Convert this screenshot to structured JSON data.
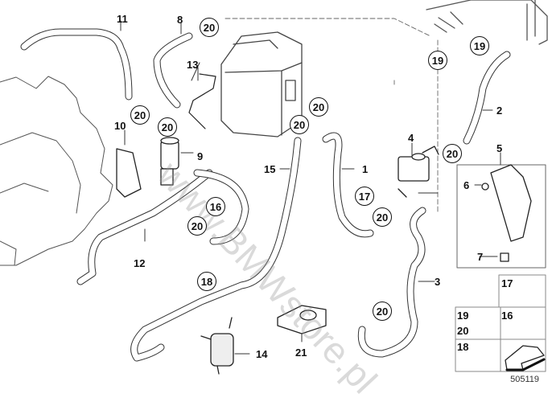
{
  "diagram": {
    "watermark": "www.BMWstore.pl",
    "reference_number": "505119",
    "part_labels": [
      {
        "id": "p11",
        "text": "11"
      },
      {
        "id": "p8",
        "text": "8"
      },
      {
        "id": "p13",
        "text": "13"
      },
      {
        "id": "p10",
        "text": "10"
      },
      {
        "id": "p9",
        "text": "9"
      },
      {
        "id": "p15",
        "text": "15"
      },
      {
        "id": "p1",
        "text": "1"
      },
      {
        "id": "p4",
        "text": "4"
      },
      {
        "id": "p2",
        "text": "2"
      },
      {
        "id": "p5",
        "text": "5"
      },
      {
        "id": "p6",
        "text": "6"
      },
      {
        "id": "p7",
        "text": "7"
      },
      {
        "id": "p12",
        "text": "12"
      },
      {
        "id": "p3",
        "text": "3"
      },
      {
        "id": "p14",
        "text": "14"
      },
      {
        "id": "p21",
        "text": "21"
      }
    ],
    "circled_labels": [
      {
        "id": "c20a",
        "text": "20"
      },
      {
        "id": "c20b",
        "text": "20"
      },
      {
        "id": "c20c",
        "text": "20"
      },
      {
        "id": "c20d",
        "text": "20"
      },
      {
        "id": "c20e",
        "text": "20"
      },
      {
        "id": "c20f",
        "text": "20"
      },
      {
        "id": "c20g",
        "text": "20"
      },
      {
        "id": "c20h",
        "text": "20"
      },
      {
        "id": "c20i",
        "text": "20"
      },
      {
        "id": "c19a",
        "text": "19"
      },
      {
        "id": "c19b",
        "text": "19"
      },
      {
        "id": "c16",
        "text": "16"
      },
      {
        "id": "c17",
        "text": "17"
      },
      {
        "id": "c18",
        "text": "18"
      }
    ],
    "legend_grid": {
      "cells": [
        {
          "labels": [
            "17"
          ]
        },
        {
          "labels": [
            "19",
            "20"
          ]
        },
        {
          "labels": [
            "16"
          ]
        },
        {
          "labels": [
            "18"
          ]
        }
      ]
    }
  }
}
